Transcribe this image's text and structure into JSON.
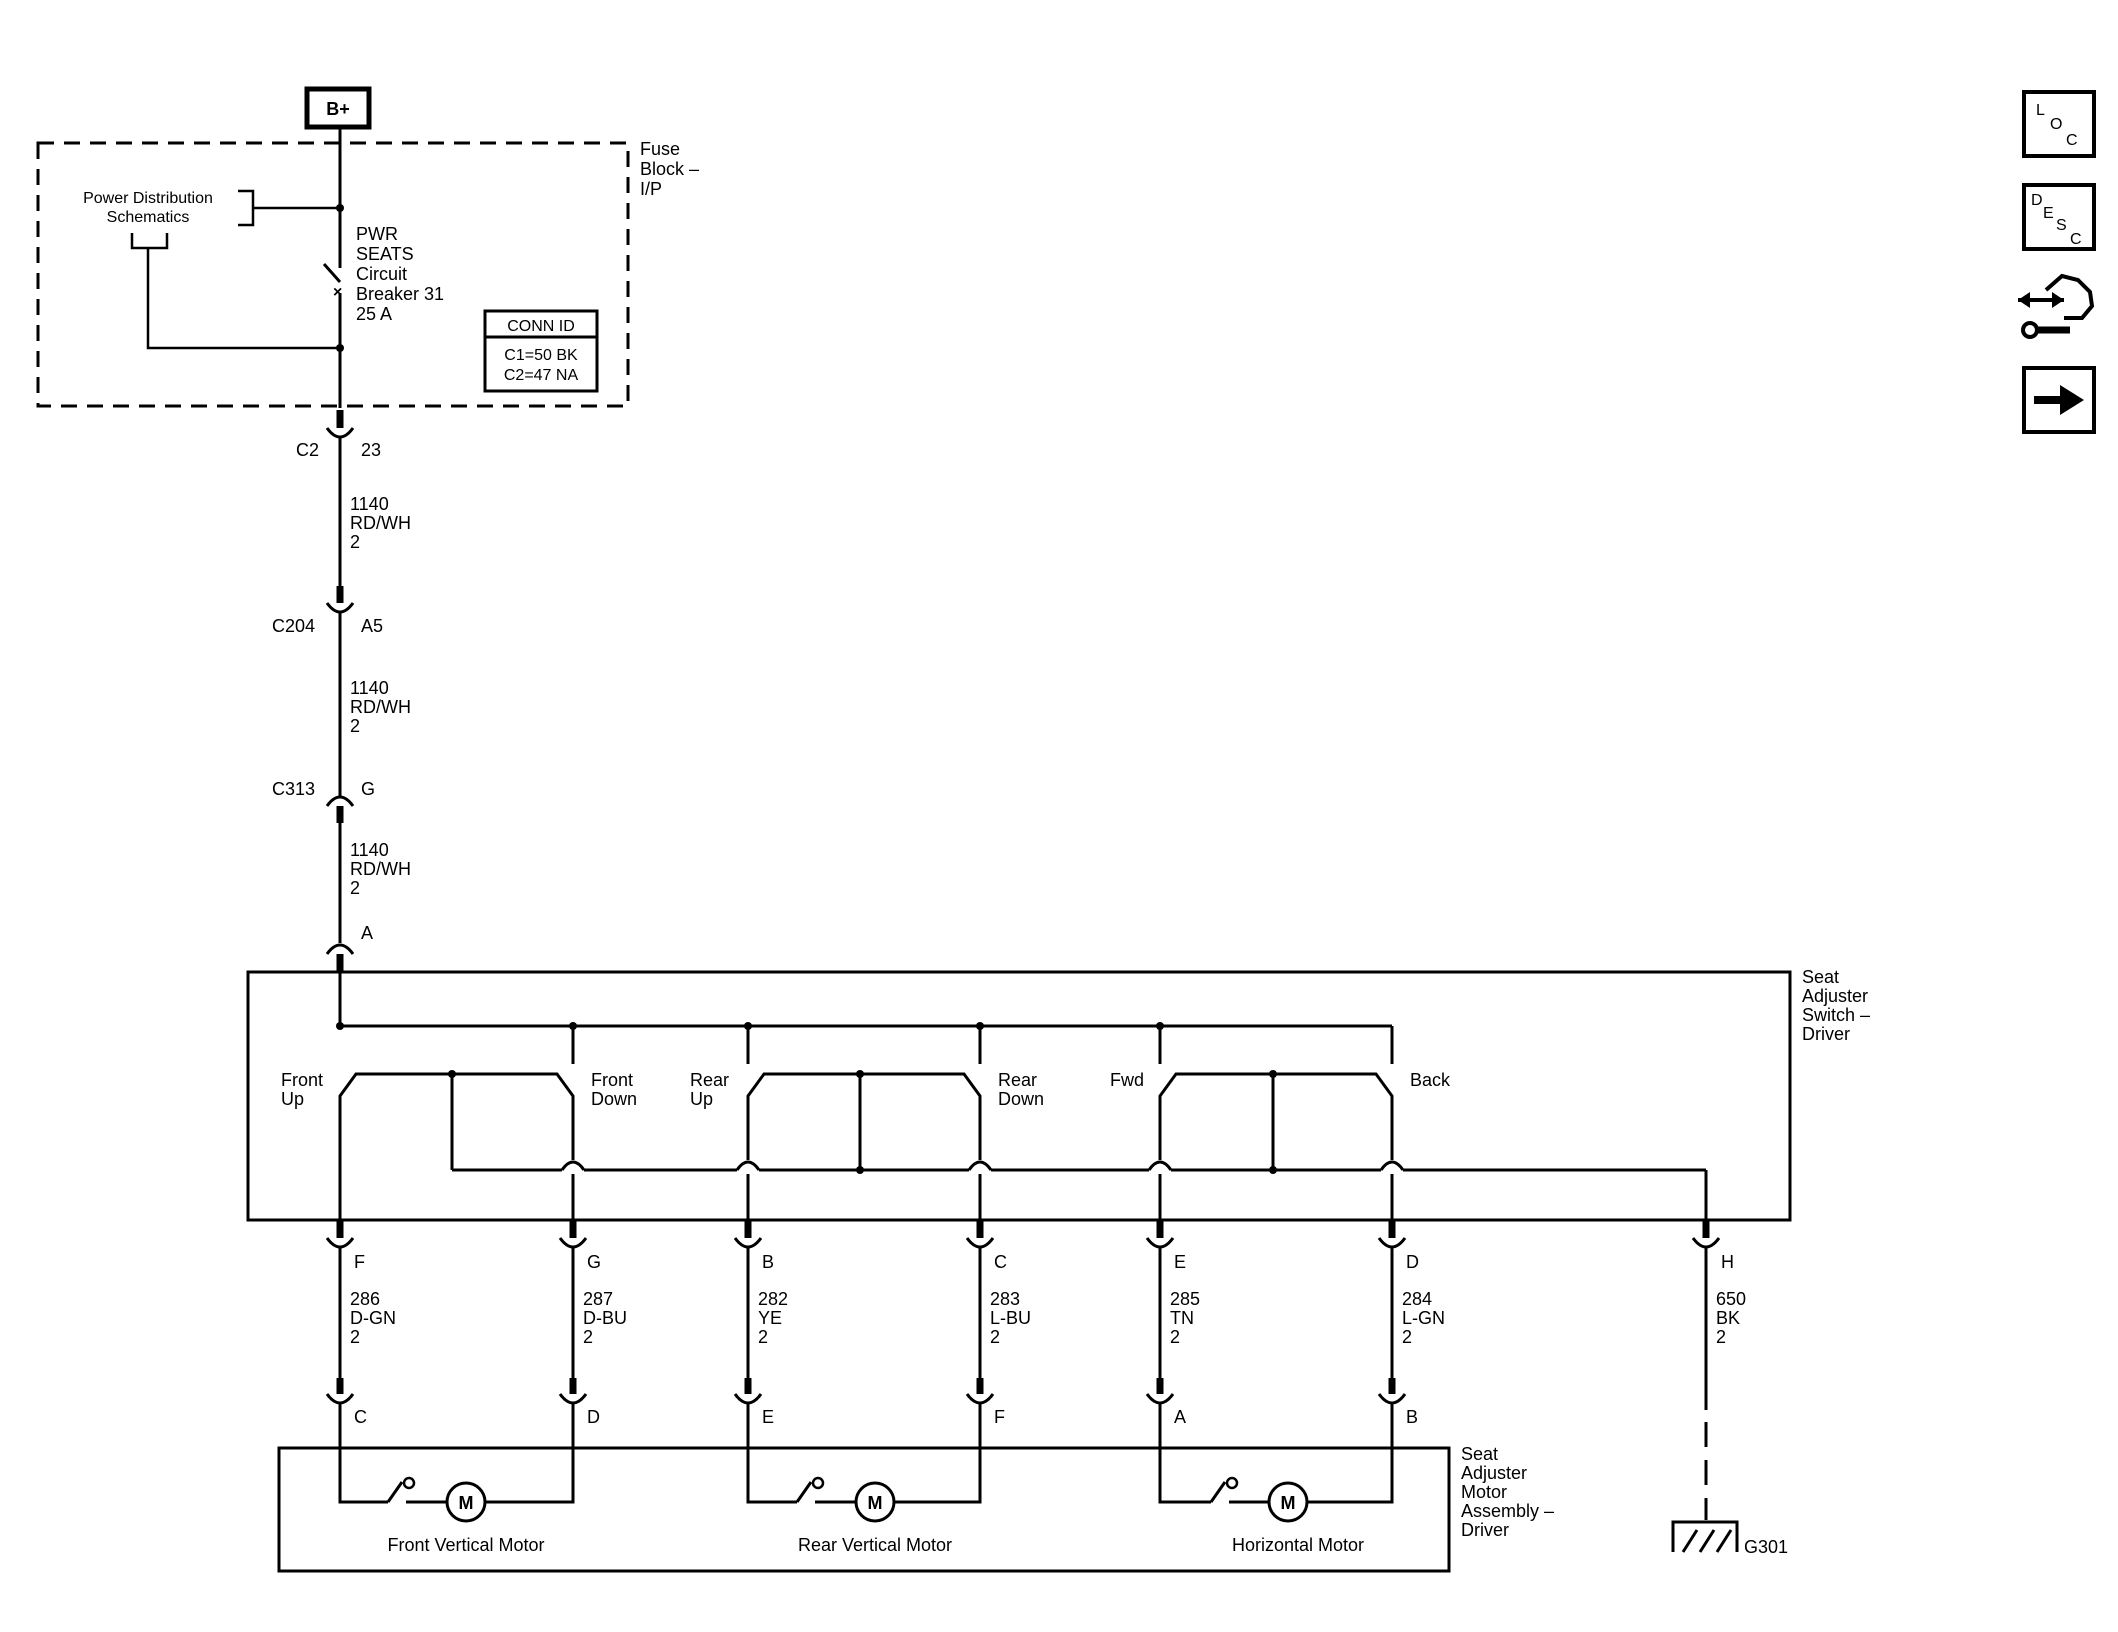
{
  "bplus": "B+",
  "fuse_block": {
    "line1": "Fuse",
    "line2": "Block –",
    "line3": "I/P"
  },
  "power_distribution": {
    "line1": "Power Distribution",
    "line2": "Schematics"
  },
  "breaker": {
    "line1": "PWR",
    "line2": "SEATS",
    "line3": "Circuit",
    "line4": "Breaker 31",
    "line5": "25 A"
  },
  "conn_id": {
    "title": "CONN ID",
    "line1": "C1=50 BK",
    "line2": "C2=47 NA"
  },
  "conn_c2": {
    "name": "C2",
    "pin": "23"
  },
  "wire1": {
    "circuit": "1140",
    "color": "RD/WH",
    "size": "2"
  },
  "conn_c204": {
    "name": "C204",
    "pin": "A5"
  },
  "wire2": {
    "circuit": "1140",
    "color": "RD/WH",
    "size": "2"
  },
  "conn_c313": {
    "name": "C313",
    "pin": "G"
  },
  "wire3": {
    "circuit": "1140",
    "color": "RD/WH",
    "size": "2"
  },
  "switch_in_pin": "A",
  "switch_assembly": {
    "line1": "Seat",
    "line2": "Adjuster",
    "line3": "Switch –",
    "line4": "Driver"
  },
  "switches": {
    "front_up": {
      "line1": "Front",
      "line2": "Up"
    },
    "front_down": {
      "line1": "Front",
      "line2": "Down"
    },
    "rear_up": {
      "line1": "Rear",
      "line2": "Up"
    },
    "rear_down": {
      "line1": "Rear",
      "line2": "Down"
    },
    "fwd": "Fwd",
    "back": "Back"
  },
  "outputs": [
    {
      "top_pin": "F",
      "circuit": "286",
      "color": "D-GN",
      "size": "2",
      "bottom_pin": "C"
    },
    {
      "top_pin": "G",
      "circuit": "287",
      "color": "D-BU",
      "size": "2",
      "bottom_pin": "D"
    },
    {
      "top_pin": "B",
      "circuit": "282",
      "color": "YE",
      "size": "2",
      "bottom_pin": "E"
    },
    {
      "top_pin": "C",
      "circuit": "283",
      "color": "L-BU",
      "size": "2",
      "bottom_pin": "F"
    },
    {
      "top_pin": "E",
      "circuit": "285",
      "color": "TN",
      "size": "2",
      "bottom_pin": "A"
    },
    {
      "top_pin": "D",
      "circuit": "284",
      "color": "L-GN",
      "size": "2",
      "bottom_pin": "B"
    }
  ],
  "ground_wire": {
    "top_pin": "H",
    "circuit": "650",
    "color": "BK",
    "size": "2"
  },
  "ground": "G301",
  "motor_symbol": "M",
  "motors": {
    "front_vertical": "Front Vertical Motor",
    "rear_vertical": "Rear Vertical Motor",
    "horizontal": "Horizontal Motor"
  },
  "motor_assembly": {
    "line1": "Seat",
    "line2": "Adjuster",
    "line3": "Motor",
    "line4": "Assembly –",
    "line5": "Driver"
  },
  "nav_icons": {
    "loc": {
      "icon": "loc-icon",
      "l1": "L",
      "l2": "O",
      "l3": "C"
    },
    "desc": {
      "icon": "desc-icon",
      "l1": "D",
      "l2": "E",
      "l3": "S",
      "l4": "C"
    },
    "diagnostic": {
      "icon": "diagnostic-icon"
    },
    "next": {
      "icon": "arrow-right-icon"
    }
  }
}
